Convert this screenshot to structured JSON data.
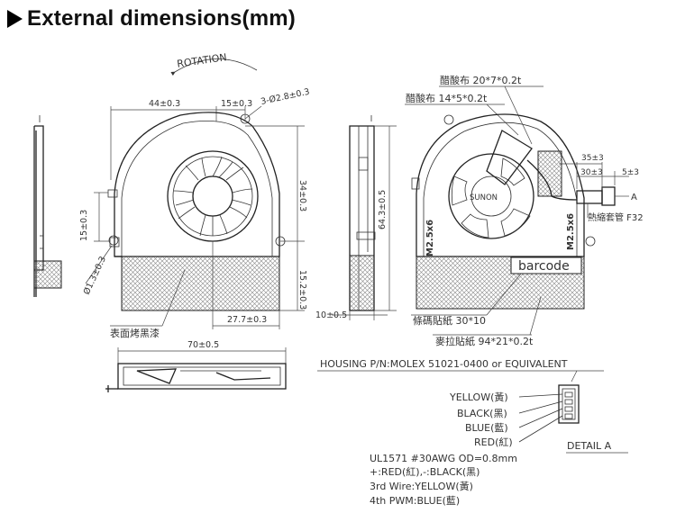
{
  "title": "External dimensions(mm)",
  "front_view": {
    "rotation": "ROTATION",
    "d44": "44±0.3",
    "d15_top": "15±0.3",
    "d_holes": "3-Ø2.8±0.3",
    "d34": "34±0.3",
    "d15_side": "15±0.3",
    "d13": "Ø1.3±0.3",
    "d152": "15.2±0.3",
    "d277": "27.7±0.3",
    "paint": "表面烤黑漆"
  },
  "bottom_view": {
    "d70": "70±0.5"
  },
  "side_view": {
    "d643": "64.3±0.5",
    "d10": "10±0.5"
  },
  "rear_view": {
    "tape1": "醋酸布 20*7*0.2t",
    "tape2": "醋酸布 14*5*0.2t",
    "brand": "SUNON",
    "screw_left": "M2.5x6",
    "screw_right": "M2.5x6",
    "d35": "35±3",
    "d30": "30±3",
    "d5": "5±3",
    "detail_ref": "A",
    "heatshrink": "熱縮套管 F32",
    "barcode": "barcode",
    "label1": "條碼貼紙 30*10",
    "label2": "麥拉貼紙 94*21*0.2t"
  },
  "connector": {
    "housing": "HOUSING P/N:MOLEX 51021-0400 or EQUIVALENT",
    "wires": [
      "YELLOW(黃)",
      "BLACK(黑)",
      "BLUE(藍)",
      "RED(紅)"
    ],
    "detail": "DETAIL A"
  },
  "notes": [
    "UL1571 #30AWG OD=0.8mm",
    "+:RED(紅),-:BLACK(黑)",
    "3rd Wire:YELLOW(黃)",
    "4th PWM:BLUE(藍)"
  ]
}
